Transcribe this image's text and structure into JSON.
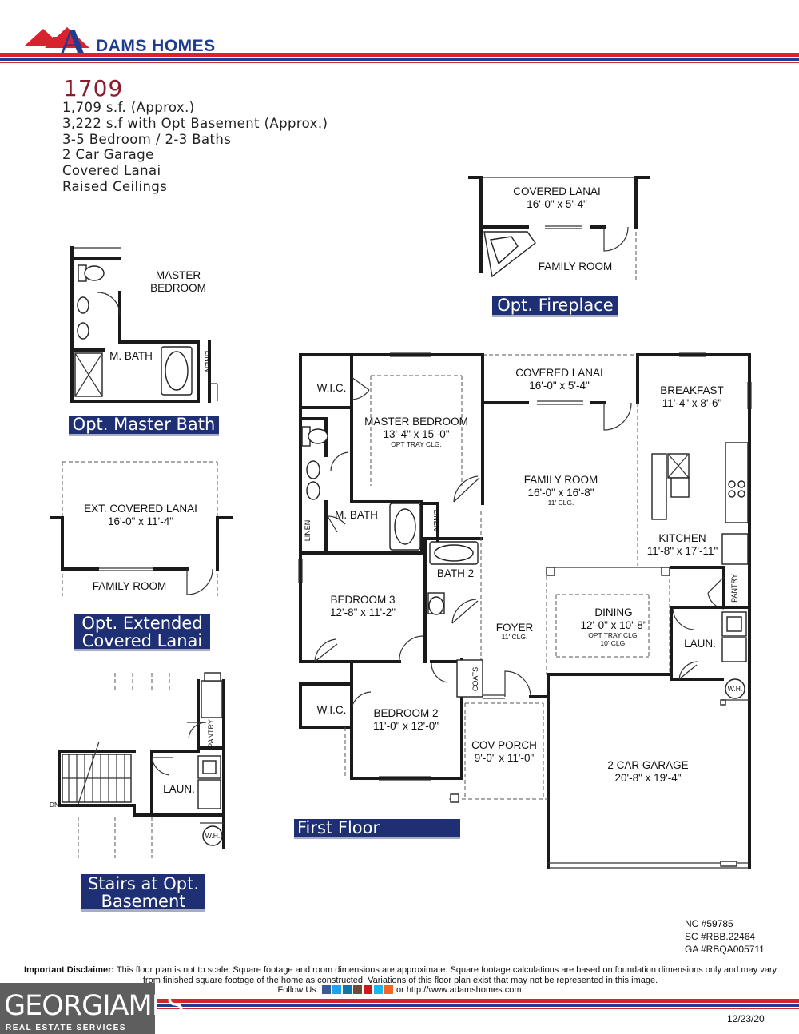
{
  "header": {
    "logo_letter": "A",
    "brand_text": "DAMS HOMES",
    "colors": {
      "navy": "#1f3d8f",
      "red": "#d6232e",
      "banner": "#1f2f74"
    }
  },
  "plan": {
    "number": "1709",
    "specs": [
      "1,709 s.f. (Approx.)",
      "3,222 s.f with Opt Basement (Approx.)",
      "3-5 Bedroom / 2-3 Baths",
      "2 Car Garage",
      "Covered Lanai",
      "Raised Ceilings"
    ]
  },
  "banners": {
    "fireplace": "Opt. Fireplace",
    "master_bath": "Opt. Master Bath",
    "extended_lanai_1": "Opt. Extended",
    "extended_lanai_2": "Covered Lanai",
    "first_floor": "First Floor",
    "stairs_1": "Stairs at Opt.",
    "stairs_2": "Basement"
  },
  "opt_fireplace": {
    "lanai_name": "COVERED LANAI",
    "lanai_size": "16'-0\" x 5'-4\"",
    "family_room": "FAMILY ROOM"
  },
  "opt_master_bath": {
    "master_1": "MASTER",
    "master_2": "BEDROOM",
    "bath": "M. BATH",
    "linen": "LINEN"
  },
  "opt_ext_lanai": {
    "name": "EXT. COVERED LANAI",
    "size": "16'-0\" x 11'-4\"",
    "family_room": "FAMILY ROOM"
  },
  "opt_stairs": {
    "pantry": "PANTRY",
    "laundry": "LAUN.",
    "water_heater": "W.H.",
    "down": "DN"
  },
  "first_floor": {
    "wic_master": "W.I.C.",
    "master_name": "MASTER BEDROOM",
    "master_size": "13'-4\" x 15'-0\"",
    "master_note": "OPT TRAY CLG.",
    "mbath": "M. BATH",
    "linen": "LINEN",
    "covered_lanai": "COVERED LANAI",
    "covered_lanai_size": "16'-0\" x 5'-4\"",
    "breakfast": "BREAKFAST",
    "breakfast_size": "11'-4\" x 8'-6\"",
    "family_room": "FAMILY ROOM",
    "family_size": "16'-0\" x 16'-8\"",
    "family_note": "11' CLG.",
    "kitchen": "KITCHEN",
    "kitchen_size": "11'-8\" x 17'-11\"",
    "pantry": "PANTRY",
    "bath2": "BATH 2",
    "bedroom3": "BEDROOM 3",
    "bedroom3_size": "12'-8\" x 11'-2\"",
    "foyer": "FOYER",
    "foyer_note": "11' CLG.",
    "dining": "DINING",
    "dining_size": "12'-0\" x 10'-8\"",
    "dining_note1": "OPT TRAY CLG.",
    "dining_note2": "10' CLG.",
    "laundry": "LAUN.",
    "water_heater": "W.H.",
    "coats": "COATS",
    "wic_bed2": "W.I.C.",
    "bedroom2": "BEDROOM 2",
    "bedroom2_size": "11'-0\" x 12'-0\"",
    "cov_porch": "COV PORCH",
    "cov_porch_size": "9'-0\" x 11'-0\"",
    "garage": "2 CAR GARAGE",
    "garage_size": "20'-8\" x 19'-4\""
  },
  "licenses": [
    "NC #59785",
    "SC #RBB.22464",
    "GA #RBQA005711"
  ],
  "footer": {
    "disclaimer_label": "Important Disclaimer:",
    "disclaimer_text": " This floor plan is not to scale. Square footage and room dimensions are approximate. Square footage calculations are based on foundation dimensions only and may vary from finished square footage of the home as constructed. Variations of this floor plan exist that may not be represented in this image.",
    "follow_label": "Follow Us:",
    "follow_or": " or http://www.adamshomes.com",
    "date": "12/23/20"
  },
  "watermark": {
    "line1": "GEORGIAMLS",
    "line2": "REAL ESTATE SERVICES"
  },
  "icons": [
    "house-roof-icon",
    "facebook-icon",
    "twitter-icon",
    "linkedin-icon",
    "instagram-icon",
    "youtube-icon",
    "vimeo-icon",
    "rss-icon"
  ]
}
